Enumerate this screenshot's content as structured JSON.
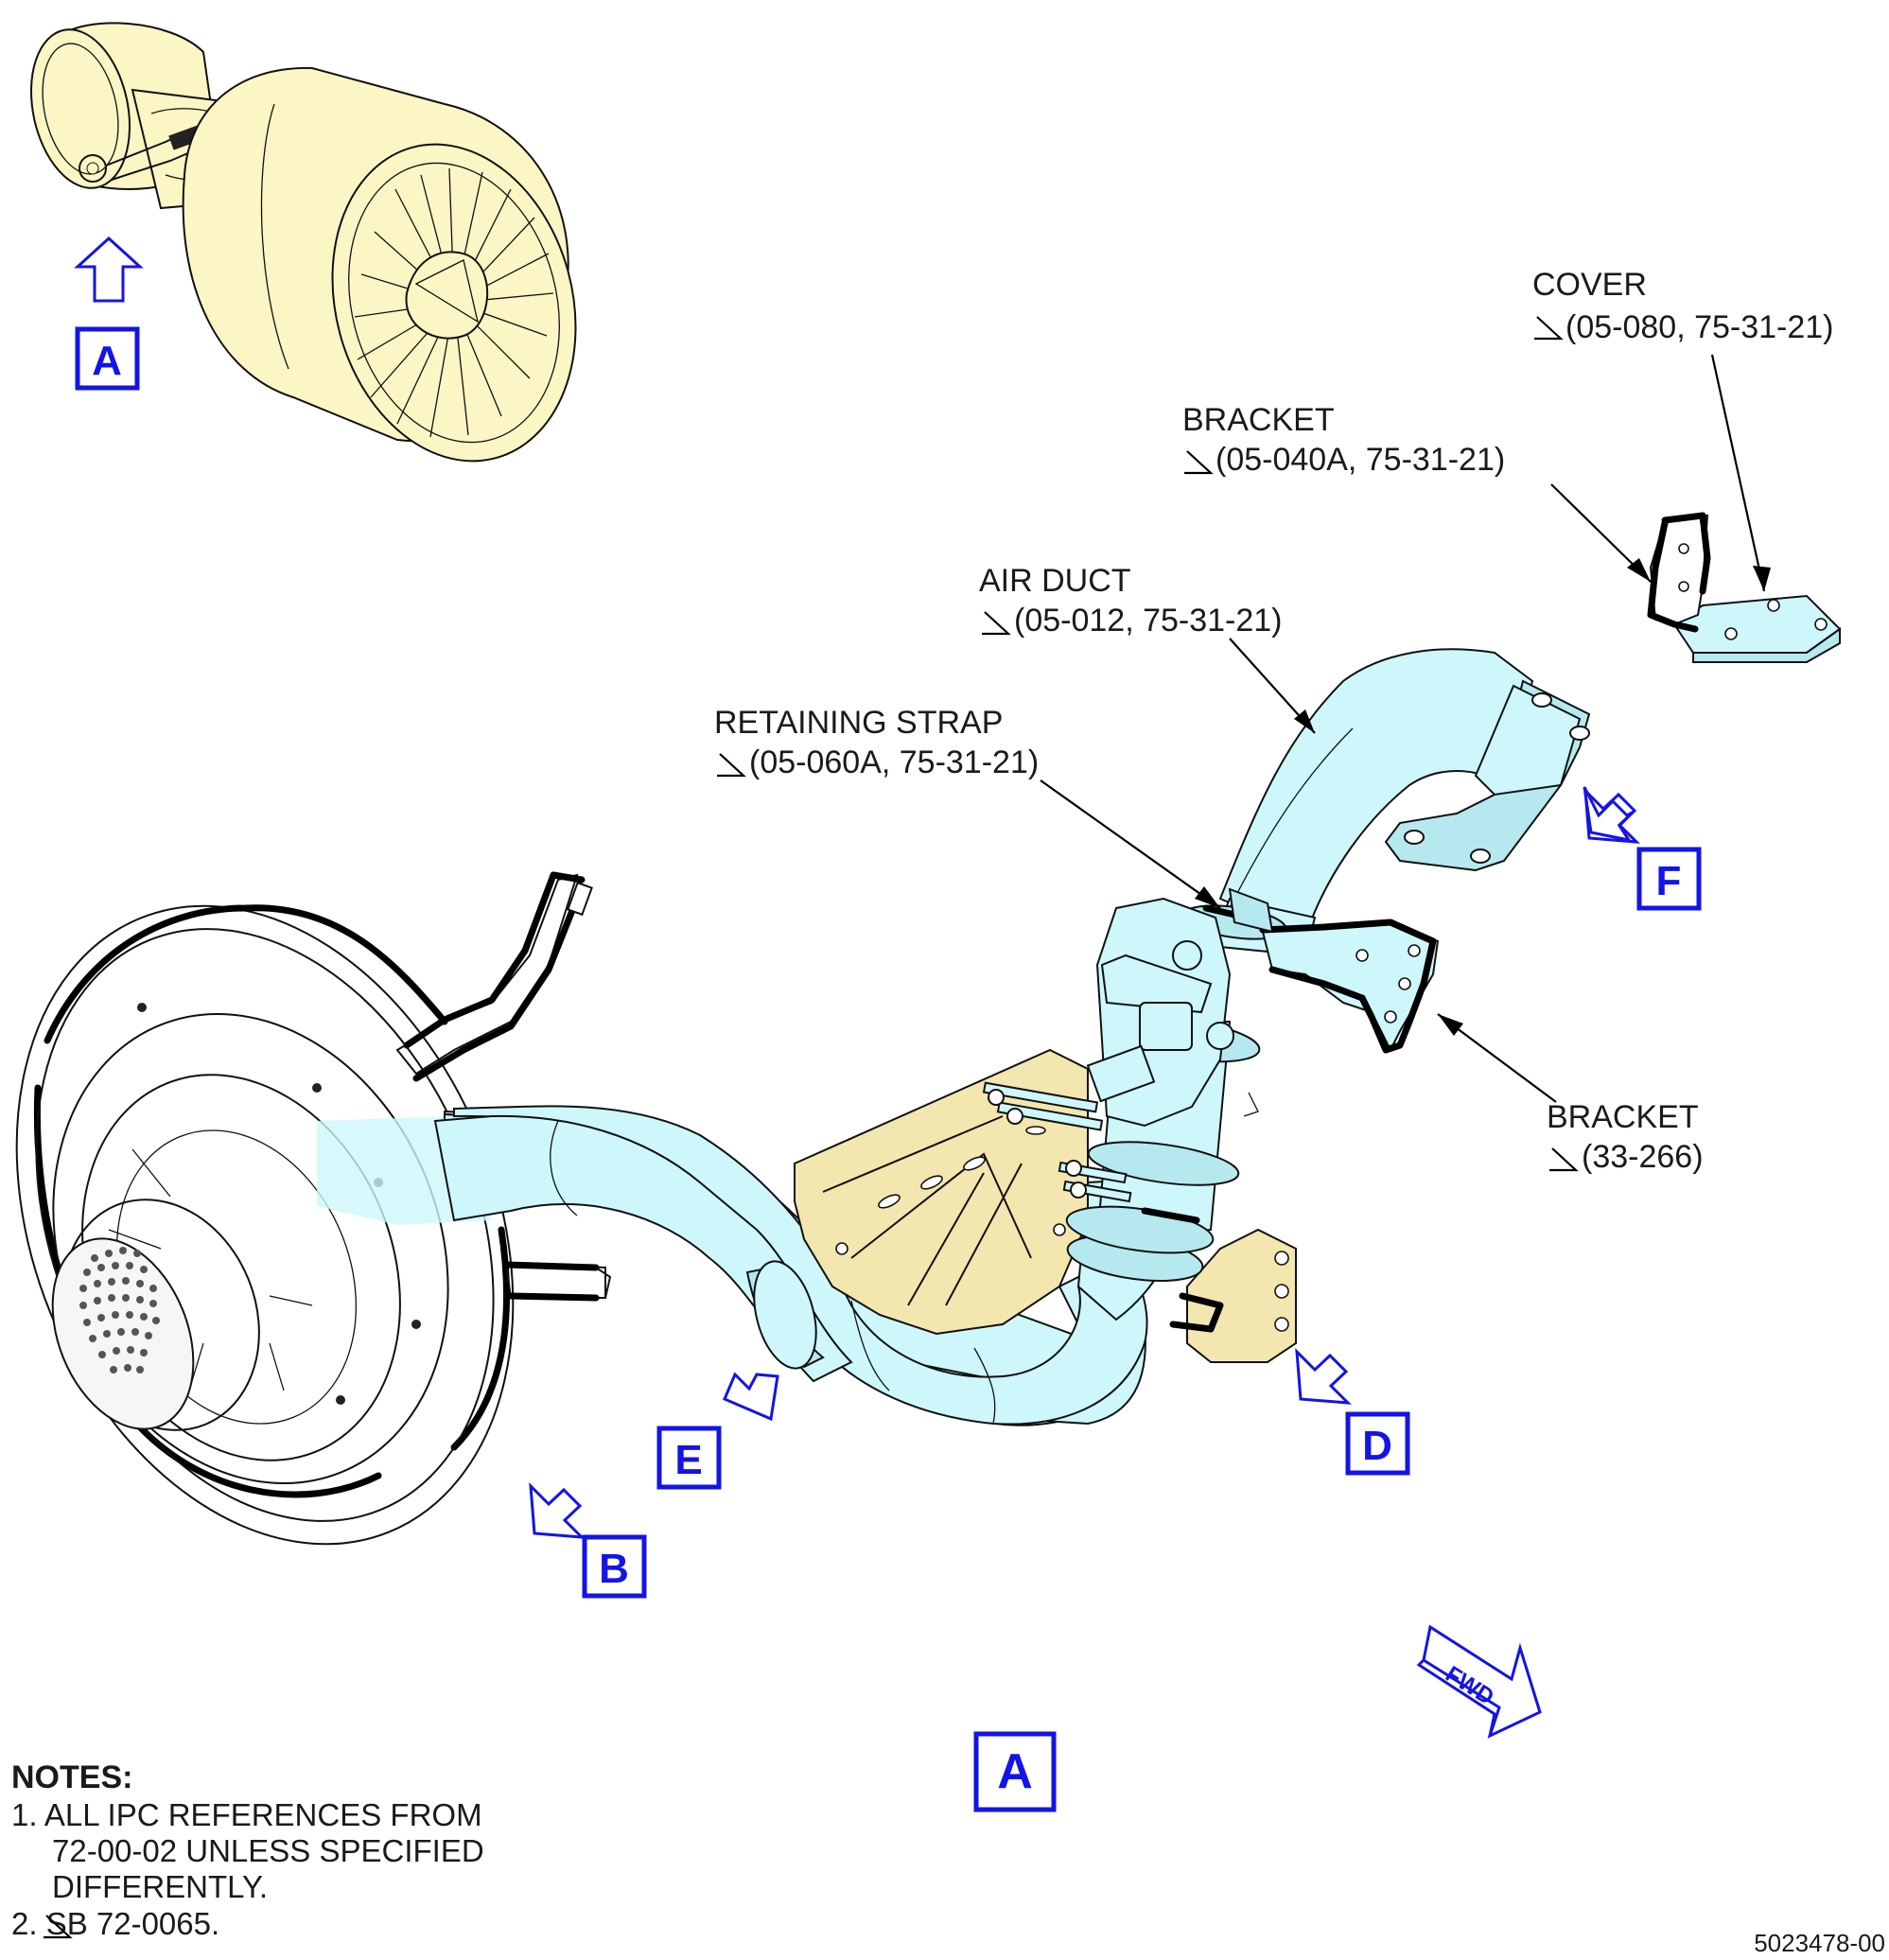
{
  "callouts": {
    "cover": {
      "name": "COVER",
      "ref": "(05-080, 75-31-21)"
    },
    "bracket_top": {
      "name": "BRACKET",
      "ref": "(05-040A, 75-31-21)"
    },
    "air_duct": {
      "name": "AIR DUCT",
      "ref": "(05-012, 75-31-21)"
    },
    "retaining_strap": {
      "name": "RETAINING STRAP",
      "ref": "(05-060A, 75-31-21)"
    },
    "bracket_right": {
      "name": "BRACKET",
      "ref": "(33-266)"
    }
  },
  "view_labels": {
    "a_small": "A",
    "b": "B",
    "d": "D",
    "e": "E",
    "f": "F",
    "a_main": "A"
  },
  "fwd_indicator": "FWD",
  "notes": {
    "heading": "NOTES:",
    "lines": [
      "1. ALL IPC REFERENCES FROM",
      "72-00-02 UNLESS SPECIFIED",
      "DIFFERENTLY.",
      "2.     SB 72-0065."
    ]
  },
  "figure_number": "5023478-00",
  "colors": {
    "view_blue": "#1414e6",
    "duct_cyan": "#cdf7fb",
    "engine_yellow": "#fbf6c4",
    "bracket_tan": "#f3e6ae"
  }
}
